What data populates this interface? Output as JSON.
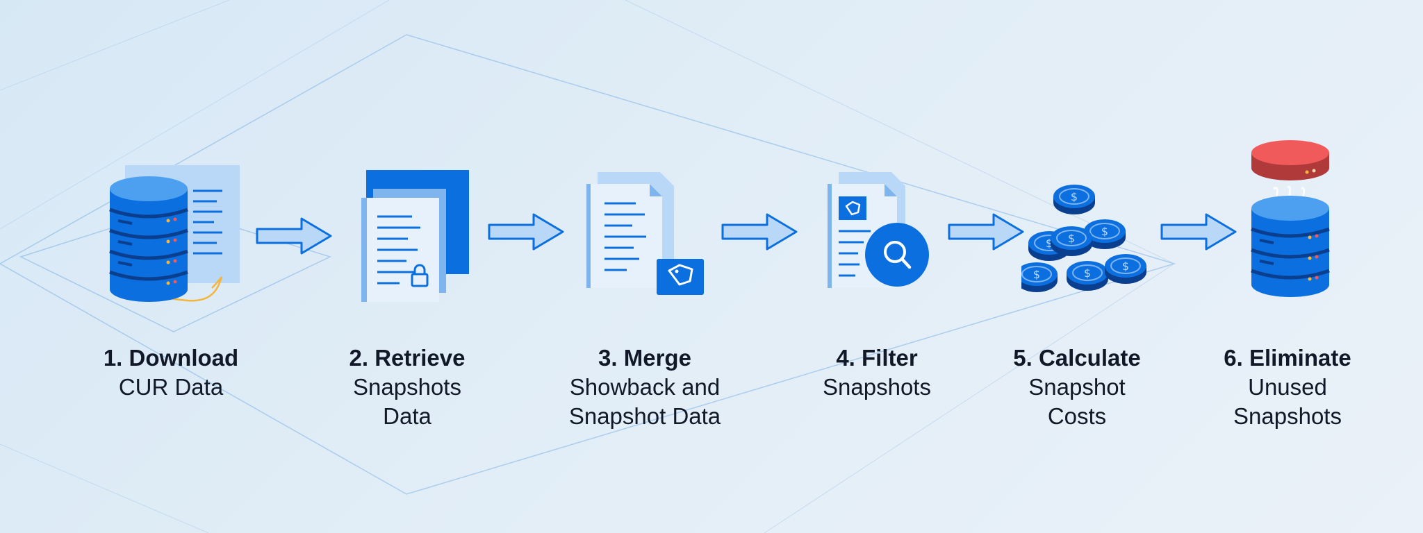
{
  "steps": [
    {
      "title": "1. Download",
      "desc": "CUR Data",
      "icon": "database-document-icon"
    },
    {
      "title": "2. Retrieve",
      "desc": "Snapshots Data",
      "icon": "locked-documents-icon"
    },
    {
      "title": "3. Merge",
      "desc": "Showback and Snapshot Data",
      "icon": "tagged-document-icon"
    },
    {
      "title": "4. Filter",
      "desc": "Snapshots",
      "icon": "search-document-icon"
    },
    {
      "title": "5. Calculate",
      "desc": "Snapshot Costs",
      "icon": "coins-icon"
    },
    {
      "title": "6. Eliminate",
      "desc": "Unused Snapshots",
      "icon": "database-remove-icon"
    }
  ],
  "colors": {
    "primary": "#0b6fe0",
    "light_blue": "#b9d7f7",
    "pale_blue": "#e7f1fb",
    "red": "#f05a5a",
    "gold": "#f4b63a"
  }
}
